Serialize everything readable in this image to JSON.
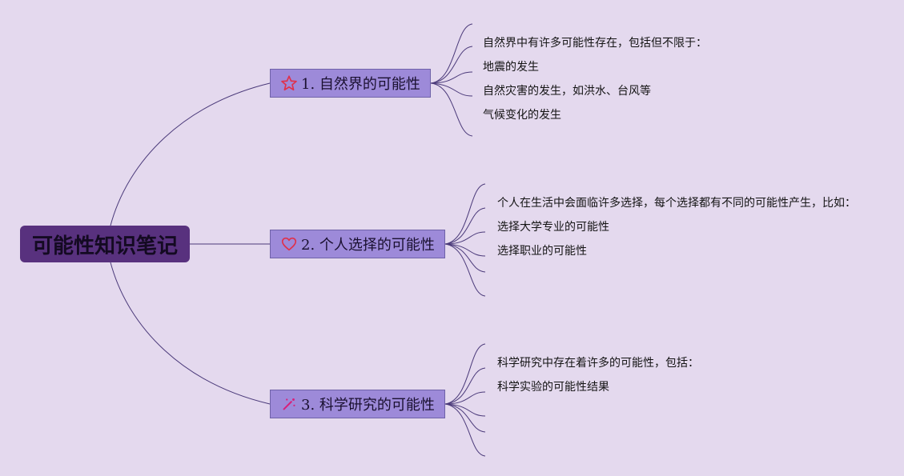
{
  "root": {
    "title": "可能性知识笔记"
  },
  "branches": [
    {
      "label": "1. 自然界的可能性",
      "icon": "star-icon",
      "icon_color": "#e0304a",
      "items": [
        "自然界中有许多可能性存在，包括但不限于：",
        "地震的发生",
        "自然灾害的发生，如洪水、台风等",
        "气候变化的发生"
      ]
    },
    {
      "label": "2. 个人选择的可能性",
      "icon": "heart-icon",
      "icon_color": "#e0304a",
      "items": [
        "个人在生活中会面临许多选择，每个选择都有不同的可能性产生，比如：",
        "选择大学专业的可能性",
        "选择职业的可能性"
      ]
    },
    {
      "label": "3. 科学研究的可能性",
      "icon": "magic-wand-icon",
      "icon_color": "#d8207a",
      "items": [
        "科学研究中存在着许多的可能性，包括：",
        "科学实验的可能性结果"
      ]
    }
  ],
  "colors": {
    "background": "#e4d9ee",
    "root": "#58317e",
    "branch": "#9d8ad9",
    "line": "#4b3a7a"
  }
}
